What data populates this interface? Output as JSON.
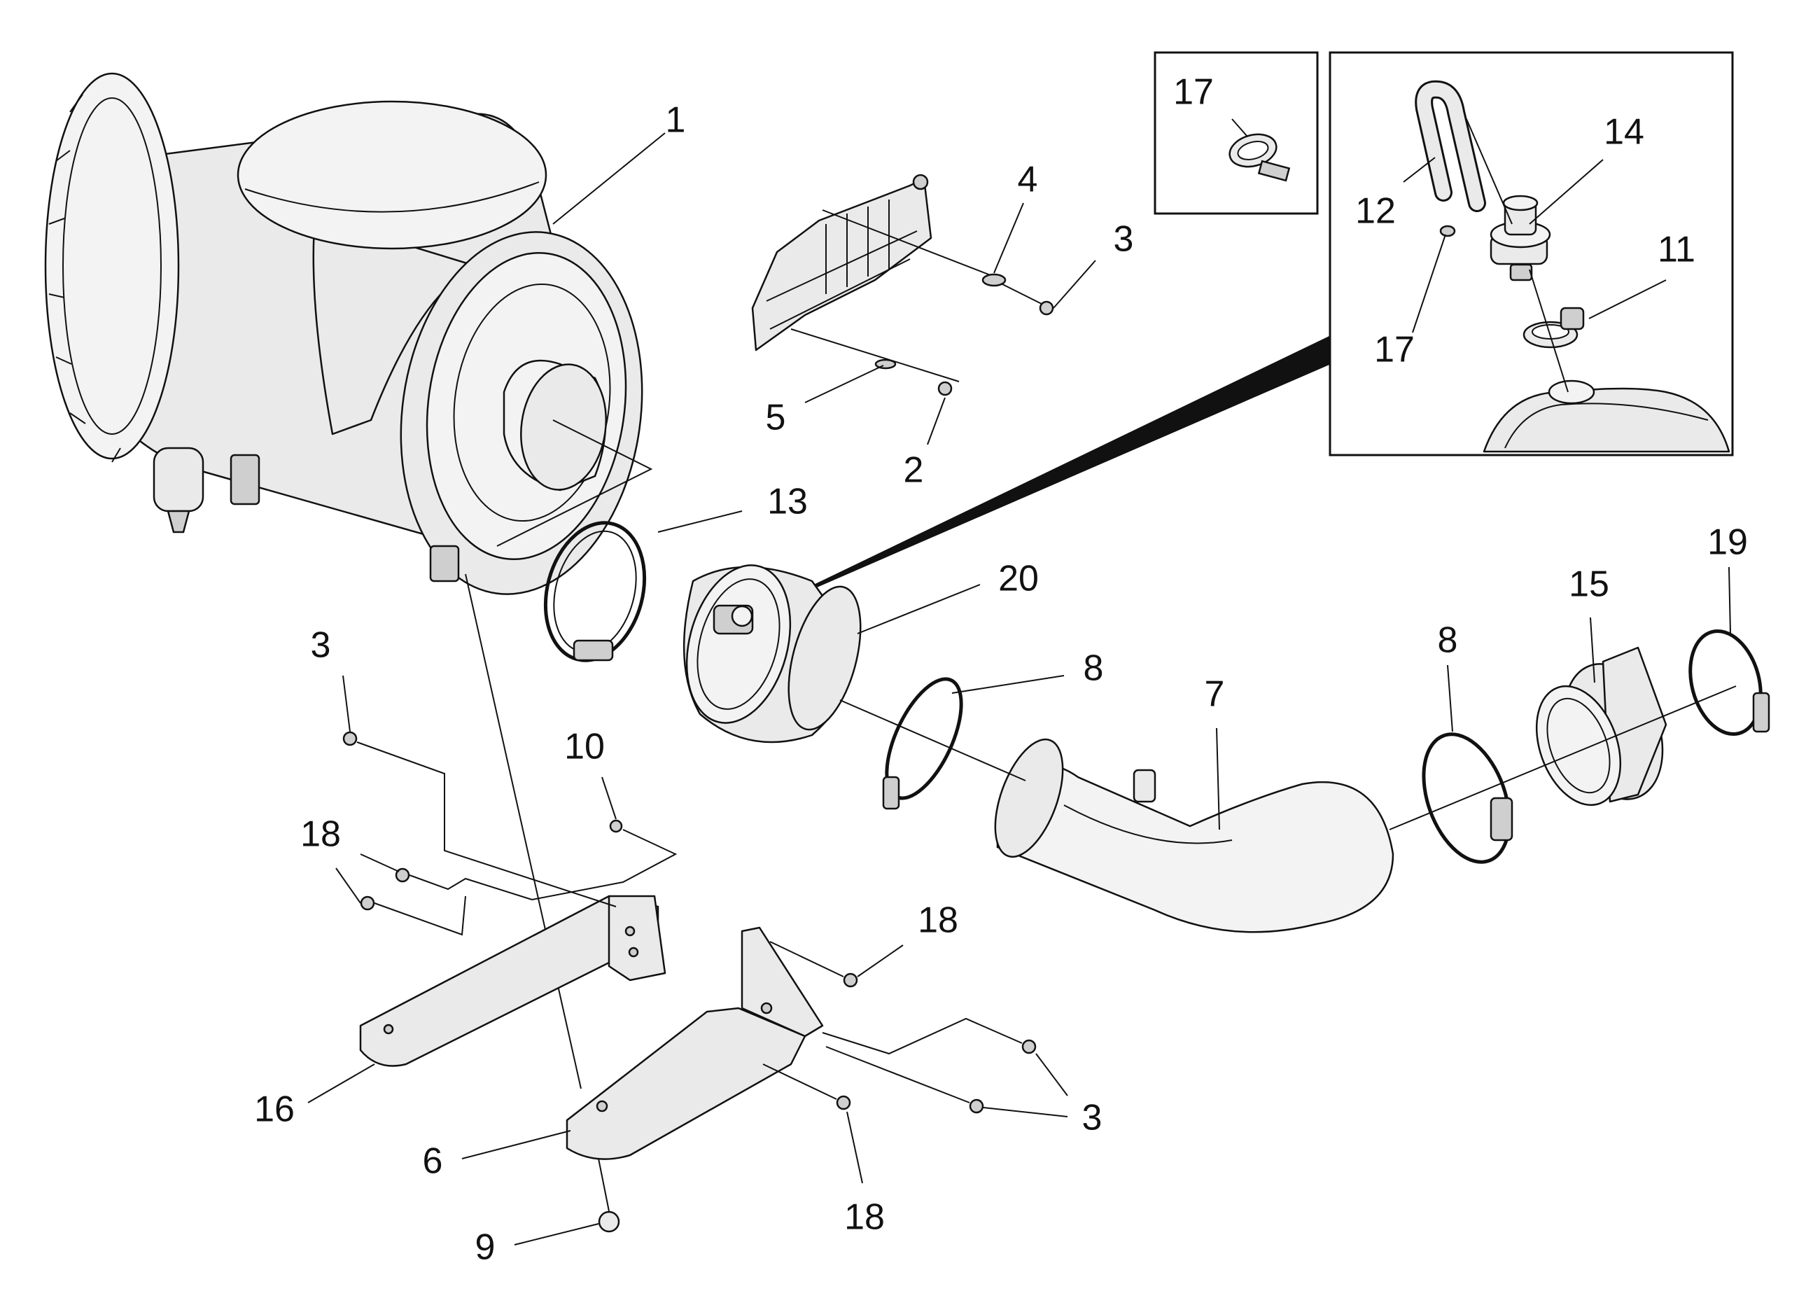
{
  "callouts": {
    "c1": "1",
    "c2": "2",
    "c3a": "3",
    "c3b": "3",
    "c3c": "3",
    "c4": "4",
    "c5": "5",
    "c6": "6",
    "c7": "7",
    "c8a": "8",
    "c8b": "8",
    "c9": "9",
    "c10": "10",
    "c11": "11",
    "c12": "12",
    "c13": "13",
    "c14": "14",
    "c15": "15",
    "c16": "16",
    "c17a": "17",
    "c17b": "17",
    "c18a": "18",
    "c18b": "18",
    "c18c": "18",
    "c19": "19",
    "c20": "20"
  }
}
